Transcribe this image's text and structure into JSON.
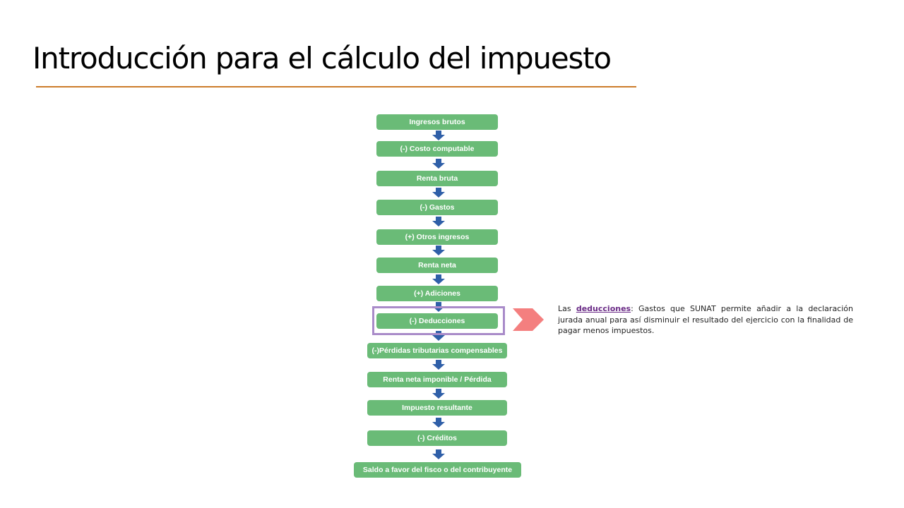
{
  "slide": {
    "title": "Introducción para el cálculo del impuesto"
  },
  "flow": {
    "steps": [
      "Ingresos brutos",
      "(-) Costo computable",
      "Renta bruta",
      "(-) Gastos",
      "(+) Otros ingresos",
      "Renta neta",
      "(+) Adiciones",
      "(-) Deducciones",
      "(-)Pérdidas tributarias compensables",
      "Renta neta imponible / Pérdida",
      "Impuesto resultante",
      "(-) Créditos",
      "Saldo a favor del fisco o del contribuyente"
    ],
    "highlighted_index": 7
  },
  "note": {
    "prefix": "Las ",
    "term": "deducciones",
    "body": ": Gastos que SUNAT permite añadir a la declaración jurada anual para así disminuir el resultado del ejercicio con la finalidad de pagar menos impuestos."
  },
  "colors": {
    "step_fill": "#6abb77",
    "arrow_fill": "#2f5fa8",
    "highlight_border": "#a98bc9",
    "pointer_fill": "#f47f7f",
    "title_rule": "#cd7c2a",
    "note_term": "#6a2b86"
  }
}
